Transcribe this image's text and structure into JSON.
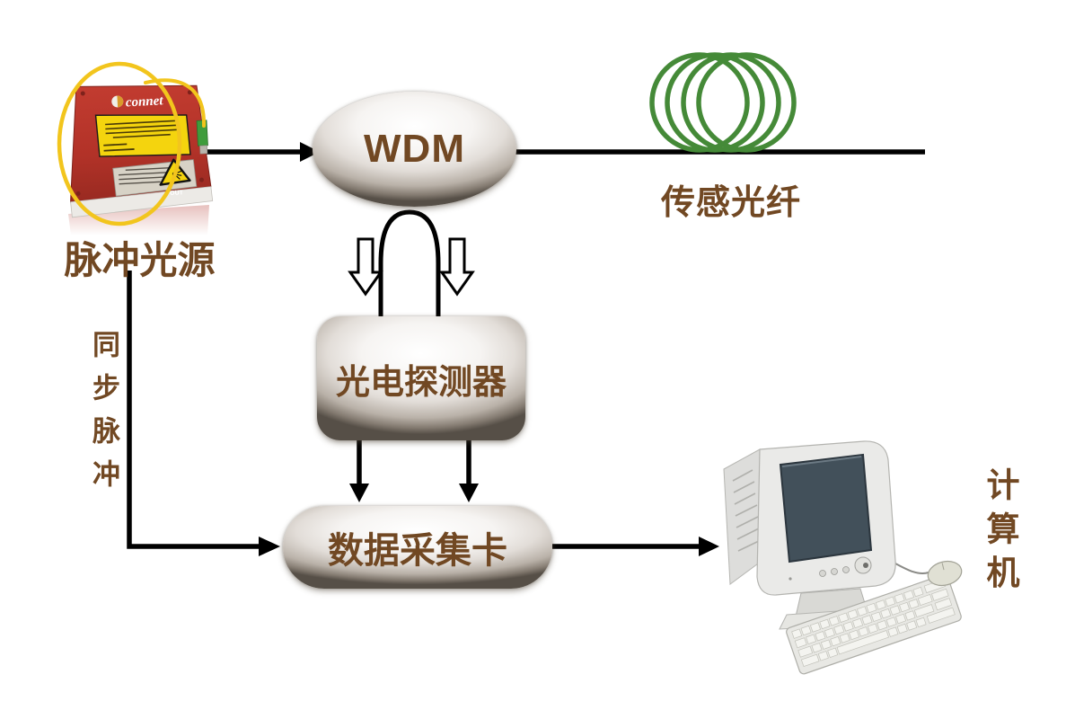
{
  "diagram": {
    "nodes": {
      "laser_source": {
        "label": "脉冲光源"
      },
      "wdm": {
        "label": "WDM"
      },
      "sensing_fiber": {
        "label": "传感光纤"
      },
      "photodetector": {
        "label": "光电探测器"
      },
      "daq_card": {
        "label": "数据采集卡"
      },
      "computer": {
        "label": "计算机"
      }
    },
    "edges": {
      "sync_pulse": {
        "label": "同步脉冲"
      }
    },
    "icons": {
      "laser-device-image": "red pulsed laser module with yellow fiber loop",
      "fiber-coil-icon": "green optical fiber coil on line",
      "computer-image": "desktop computer with CRT monitor, keyboard and mouse",
      "down-arrow-outline-icon": "hollow white arrow pointing down",
      "fiber-loop-arch": "fiber arch between WDM and photodetector"
    },
    "colors": {
      "label_brown": "#714823",
      "fiber_green": "#458a38",
      "laser_red": "#b5332a",
      "fiber_yellow": "#f2c51d",
      "line_black": "#000000"
    }
  }
}
